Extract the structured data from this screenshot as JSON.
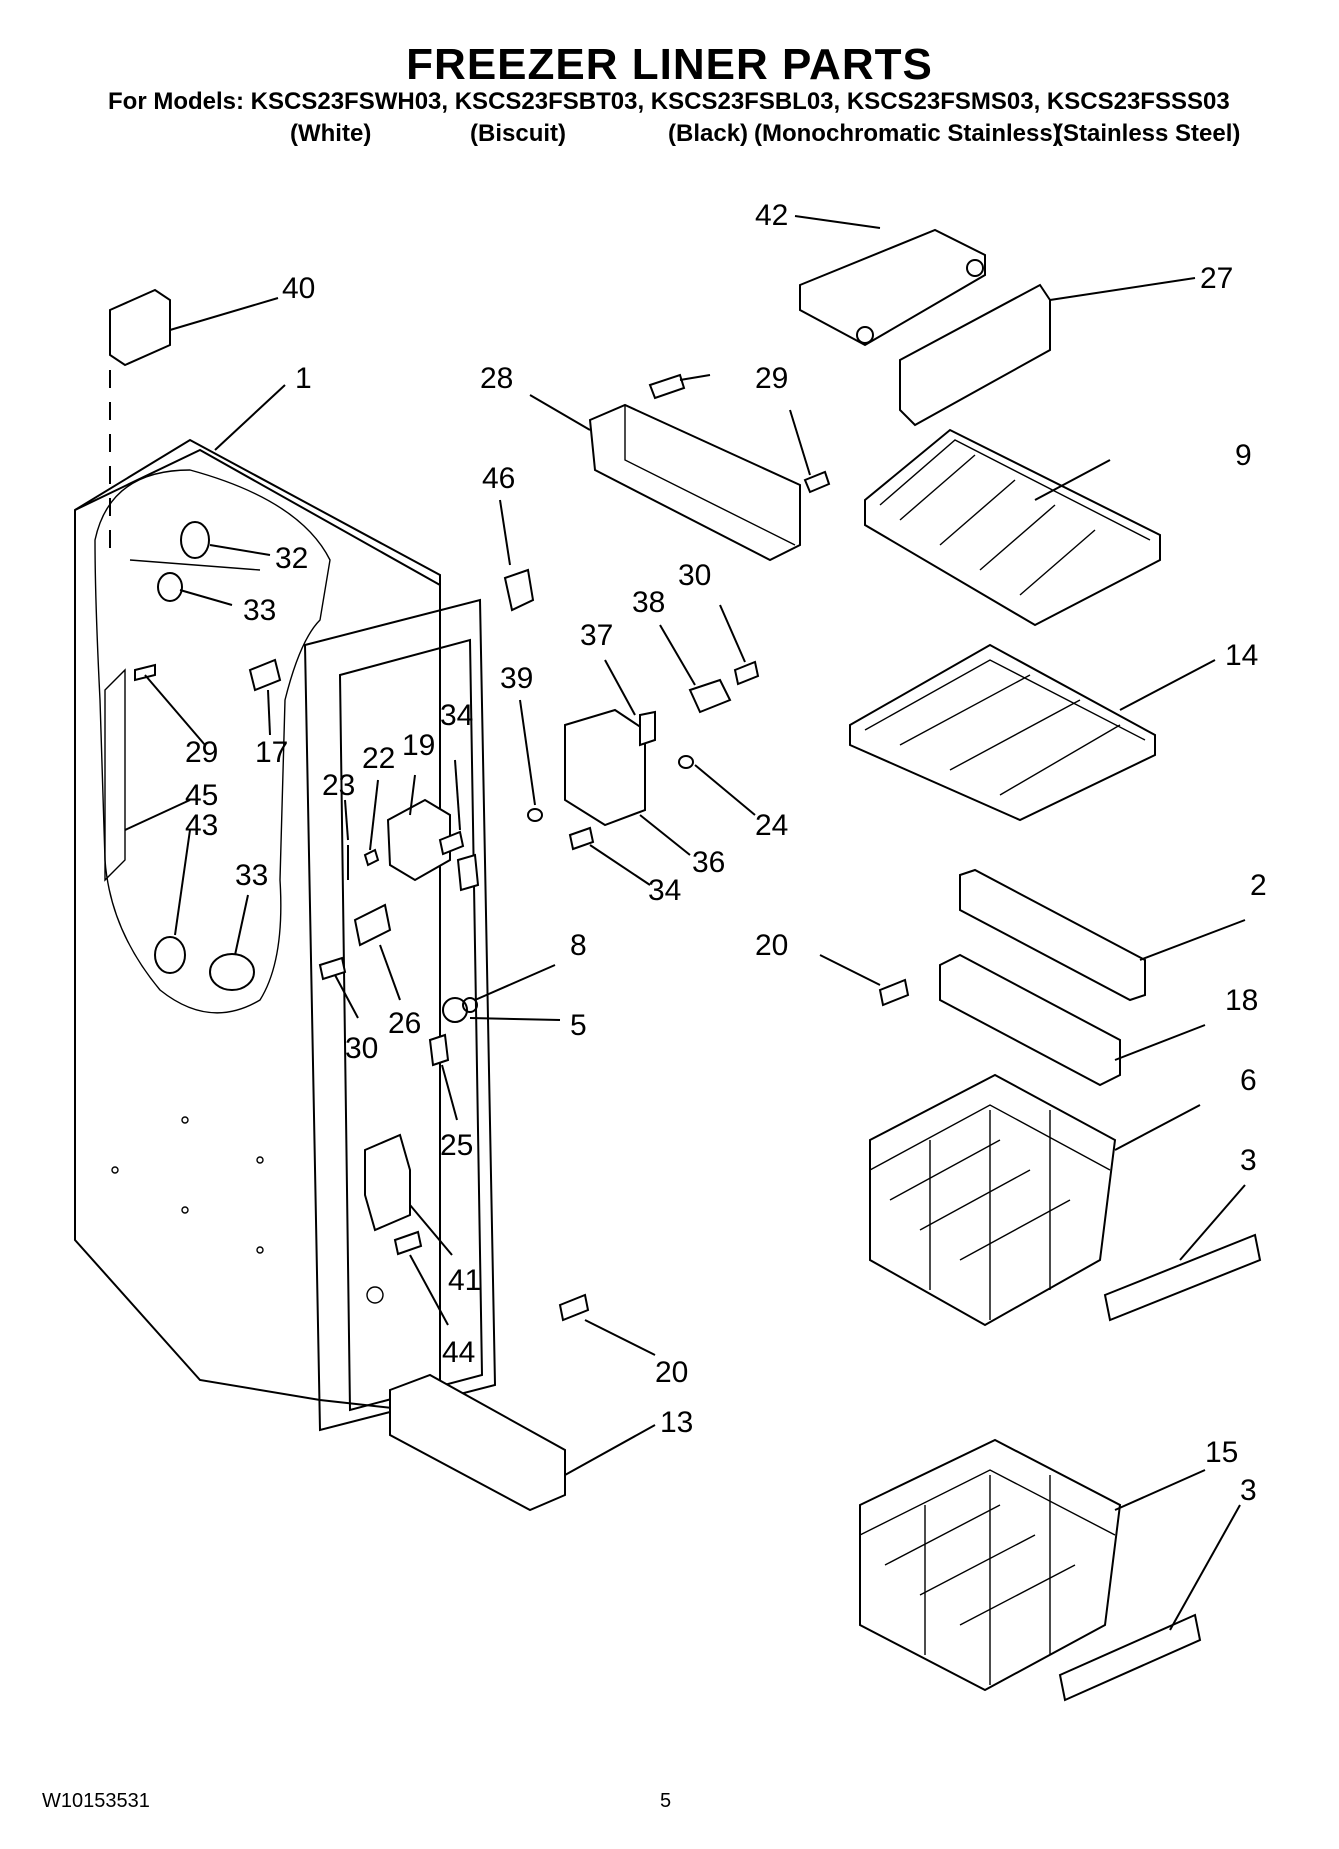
{
  "header": {
    "title": "FREEZER LINER PARTS",
    "models_line": "For Models: KSCS23FSWH03, KSCS23FSBT03, KSCS23FSBL03, KSCS23FSMS03, KSCS23FSSS03",
    "color_names": [
      "(White)",
      "(Biscuit)",
      "(Black)",
      "(Monochromatic Stainless)",
      "(Stainless Steel)"
    ]
  },
  "callouts": [
    "42",
    "40",
    "27",
    "1",
    "28",
    "29",
    "9",
    "46",
    "32",
    "33",
    "30",
    "38",
    "37",
    "14",
    "39",
    "34",
    "19",
    "22",
    "23",
    "29",
    "17",
    "45",
    "43",
    "24",
    "36",
    "34",
    "33",
    "2",
    "8",
    "20",
    "18",
    "5",
    "30",
    "26",
    "25",
    "6",
    "3",
    "41",
    "44",
    "20",
    "13",
    "15",
    "3"
  ],
  "footer": {
    "doc_code": "W10153531",
    "page_number": "5"
  }
}
